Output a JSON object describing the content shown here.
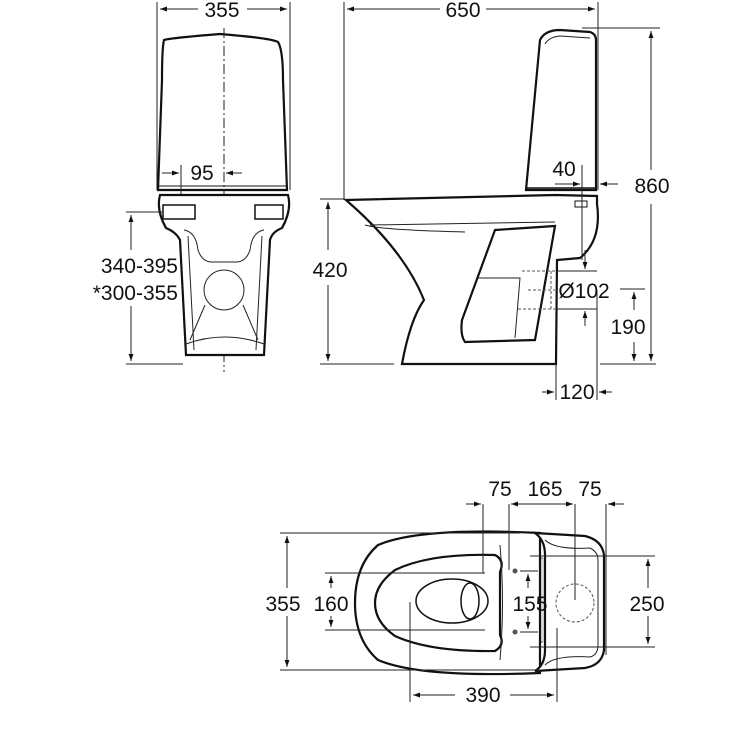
{
  "drawing": {
    "subject": "toilet technical dimension drawing",
    "units": "mm",
    "colors": {
      "line": "#111111",
      "shade": "#dcdcdc",
      "background": "#ffffff"
    }
  },
  "front_view": {
    "width_label": "355",
    "offset_label": "95",
    "height_range_label": "340-395",
    "height_range_alt_label": "*300-355"
  },
  "side_view": {
    "length_label": "650",
    "total_height_label": "860",
    "bowl_height_label": "420",
    "inlet_offset_label": "40",
    "outlet_diameter_label": "Ø102",
    "outlet_height_label": "190",
    "outlet_distance_label": "120"
  },
  "top_view": {
    "spacing_left_label": "75",
    "spacing_mid_label": "165",
    "spacing_right_label": "75",
    "width_label": "355",
    "seat_width_label": "160",
    "bolt_spacing_label": "155",
    "tank_width_label": "250",
    "footprint_length_label": "390"
  }
}
